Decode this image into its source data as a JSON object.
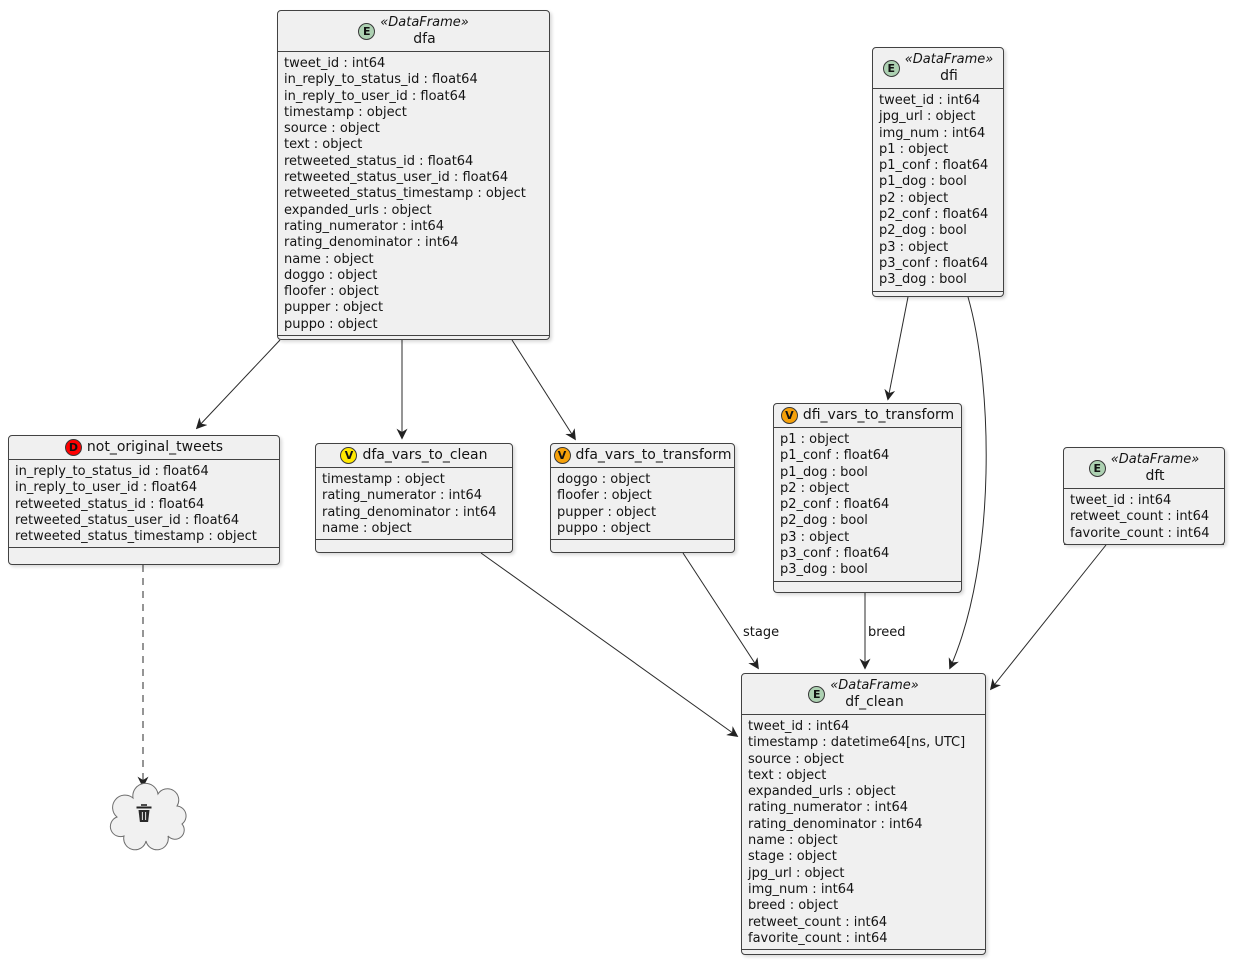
{
  "diagram": {
    "classes": [
      {
        "id": "dfa",
        "badge": "E",
        "badge_color": "#ADD1B2",
        "stereotype": "«DataFrame»",
        "name": "dfa",
        "attributes": [
          "tweet_id : int64",
          "in_reply_to_status_id : float64",
          "in_reply_to_user_id : float64",
          "timestamp : object",
          "source : object",
          "text : object",
          "retweeted_status_id : float64",
          "retweeted_status_user_id : float64",
          "retweeted_status_timestamp : object",
          "expanded_urls : object",
          "rating_numerator : int64",
          "rating_denominator : int64",
          "name : object",
          "doggo : object",
          "floofer : object",
          "pupper : object",
          "puppo : object"
        ]
      },
      {
        "id": "dfi",
        "badge": "E",
        "badge_color": "#ADD1B2",
        "stereotype": "«DataFrame»",
        "name": "dfi",
        "attributes": [
          "tweet_id : int64",
          "jpg_url : object",
          "img_num : int64",
          "p1 : object",
          "p1_conf : float64",
          "p1_dog : bool",
          "p2 : object",
          "p2_conf : float64",
          "p2_dog : bool",
          "p3 : object",
          "p3_conf : float64",
          "p3_dog : bool"
        ]
      },
      {
        "id": "not_original_tweets",
        "badge": "D",
        "badge_color": "#FF0000",
        "stereotype": null,
        "name": "not_original_tweets",
        "attributes": [
          "in_reply_to_status_id : float64",
          "in_reply_to_user_id : float64",
          "retweeted_status_id : float64",
          "retweeted_status_user_id : float64",
          "retweeted_status_timestamp : object"
        ]
      },
      {
        "id": "dfa_vars_to_clean",
        "badge": "V",
        "badge_color": "#FFE800",
        "stereotype": null,
        "name": "dfa_vars_to_clean",
        "attributes": [
          "timestamp : object",
          "rating_numerator : int64",
          "rating_denominator : int64",
          "name : object"
        ]
      },
      {
        "id": "dfa_vars_to_transform",
        "badge": "V",
        "badge_color": "#F5A009",
        "stereotype": null,
        "name": "dfa_vars_to_transform",
        "attributes": [
          "doggo : object",
          "floofer : object",
          "pupper : object",
          "puppo : object"
        ]
      },
      {
        "id": "dfi_vars_to_transform",
        "badge": "V",
        "badge_color": "#F5A009",
        "stereotype": null,
        "name": "dfi_vars_to_transform",
        "attributes": [
          "p1 : object",
          "p1_conf : float64",
          "p1_dog : bool",
          "p2 : object",
          "p2_conf : float64",
          "p2_dog : bool",
          "p3 : object",
          "p3_conf : float64",
          "p3_dog : bool"
        ]
      },
      {
        "id": "dft",
        "badge": "E",
        "badge_color": "#ADD1B2",
        "stereotype": "«DataFrame»",
        "name": "dft",
        "attributes": [
          "tweet_id : int64",
          "retweet_count : int64",
          "favorite_count : int64"
        ]
      },
      {
        "id": "df_clean",
        "badge": "E",
        "badge_color": "#ADD1B2",
        "stereotype": "«DataFrame»",
        "name": "df_clean",
        "attributes": [
          "tweet_id : int64",
          "timestamp : datetime64[ns, UTC]",
          "source : object",
          "text : object",
          "expanded_urls : object",
          "rating_numerator : int64",
          "rating_denominator : int64",
          "name : object",
          "stage : object",
          "jpg_url : object",
          "img_num : int64",
          "breed : object",
          "retweet_count : int64",
          "favorite_count : int64"
        ]
      }
    ],
    "edges": [
      {
        "from": "dfa",
        "to": "not_original_tweets",
        "style": "solid",
        "label": ""
      },
      {
        "from": "dfa",
        "to": "dfa_vars_to_clean",
        "style": "solid",
        "label": ""
      },
      {
        "from": "dfa",
        "to": "dfa_vars_to_transform",
        "style": "solid",
        "label": ""
      },
      {
        "from": "dfi",
        "to": "dfi_vars_to_transform",
        "style": "solid",
        "label": ""
      },
      {
        "from": "dfi",
        "to": "df_clean",
        "style": "solid",
        "label": ""
      },
      {
        "from": "dfi_vars_to_transform",
        "to": "df_clean",
        "style": "solid",
        "label": "breed"
      },
      {
        "from": "dfa_vars_to_transform",
        "to": "df_clean",
        "style": "solid",
        "label": "stage"
      },
      {
        "from": "dfa_vars_to_clean",
        "to": "df_clean",
        "style": "solid",
        "label": ""
      },
      {
        "from": "dft",
        "to": "df_clean",
        "style": "solid",
        "label": ""
      },
      {
        "from": "not_original_tweets",
        "to": "deleted-cloud",
        "style": "dashed",
        "label": ""
      }
    ],
    "icons": {
      "trash": "trash-icon",
      "cloud": "deleted-data-cloud"
    }
  }
}
